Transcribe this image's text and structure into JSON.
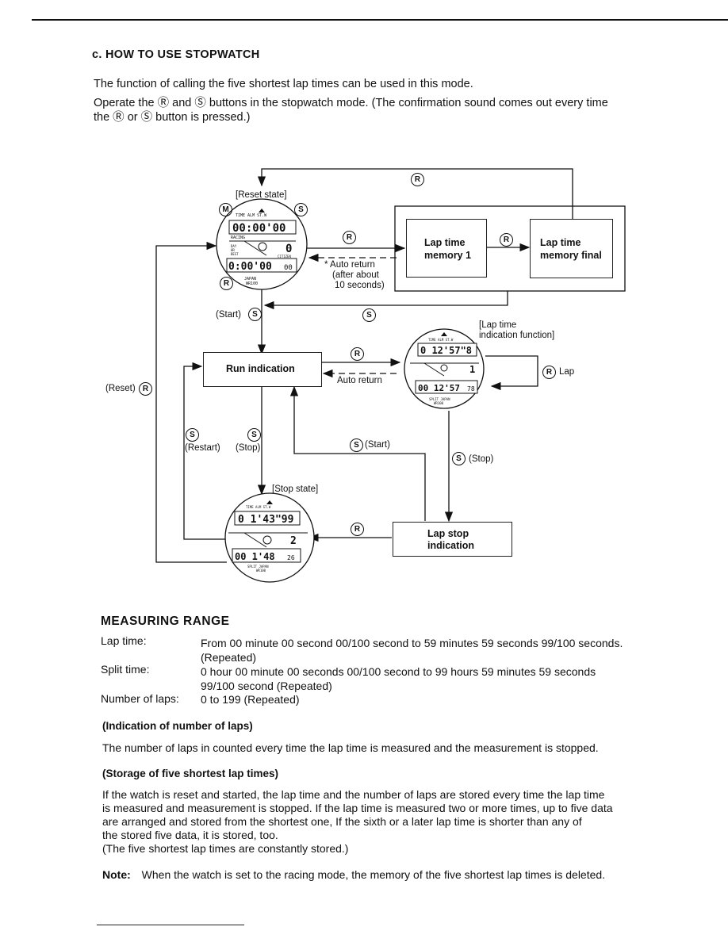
{
  "section_title": "c.  HOW TO USE STOPWATCH",
  "intro": {
    "line1": "The function of calling the five shortest lap times can be used in this mode.",
    "line2": "Operate the Ⓡ and Ⓢ buttons in the stopwatch mode. (The confirmation sound comes out every time",
    "line3": "the Ⓡ or Ⓢ button is pressed.)"
  },
  "diagram": {
    "reset_state": "[Reset state]",
    "stop_state": "[Stop state]",
    "lap_time_indication": "[Lap time",
    "lap_time_indication2": "indication function]",
    "run_indication": "Run indication",
    "lap_time_memory1_a": "Lap time",
    "lap_time_memory1_b": "memory 1",
    "lap_time_memory_final_a": "Lap time",
    "lap_time_memory_final_b": "memory final",
    "lap_stop_a": "Lap stop",
    "lap_stop_b": "indication",
    "auto_return_a": "* Auto return",
    "auto_return_b": "(after about",
    "auto_return_c": "10 seconds)",
    "auto_return2": "Auto return",
    "start": "(Start)",
    "reset": "(Reset)",
    "restart": "(Restart)",
    "stop": "(Stop)",
    "stop2": "(Stop)",
    "start2": "(Start)",
    "lap": "Lap",
    "btn_r": "R",
    "btn_s": "S",
    "btn_m": "M",
    "watches": {
      "reset": {
        "top": "00:00'00",
        "mid": "0",
        "bot": "0:00'00",
        "bot_small": "00"
      },
      "lap": {
        "top": "0 12'57\"8",
        "mid": "1",
        "bot": "00 12'57",
        "bot_small": "78"
      },
      "stop": {
        "top": "0 1'43\"99",
        "mid": "2",
        "bot": "00 1'48",
        "bot_small": "26"
      },
      "tabs": [
        "TIME",
        "ALM",
        "ST.W"
      ],
      "racing": "RACING",
      "citizen": "CITIZEN",
      "japan": "JAPAN",
      "wr": "WR100",
      "split": "SPLIT",
      "lapw": "LAP",
      "days": [
        "DAY",
        "HR",
        "BEST",
        "REST"
      ]
    }
  },
  "measuring_range": {
    "title": "MEASURING  RANGE",
    "rows": [
      {
        "label": "Lap time:",
        "v1": "From 00 minute 00 second 00/100 second to 59 minutes 59 seconds 99/100 seconds.",
        "v2": "(Repeated)"
      },
      {
        "label": "Split time:",
        "v1": "0 hour 00 minute 00 seconds 00/100 second to 99 hours 59 minutes 59 seconds",
        "v2": "99/100 second (Repeated)"
      },
      {
        "label": "Number of laps:",
        "v1": "0 to 199 (Repeated)",
        "v2": ""
      }
    ]
  },
  "laps_indication": {
    "title": "(Indication of number of laps)",
    "text": "The number of laps in counted every time the lap time is measured and the measurement is stopped."
  },
  "storage": {
    "title": "(Storage of five shortest lap times)",
    "l1": "If the watch is reset and started, the lap time and the number of laps are stored every time the lap time",
    "l2": "is measured and measurement is stopped. If the lap time is measured two or more times, up to five data",
    "l3": "are arranged and stored from the shortest one, If the sixth or a later lap time is shorter than any of",
    "l4": "the stored five data, it is stored, too.",
    "l5": "(The five shortest lap times are constantly stored.)"
  },
  "note": {
    "label": "Note:",
    "text": "When the watch is set to the racing mode, the memory of the five shortest lap times is deleted."
  }
}
